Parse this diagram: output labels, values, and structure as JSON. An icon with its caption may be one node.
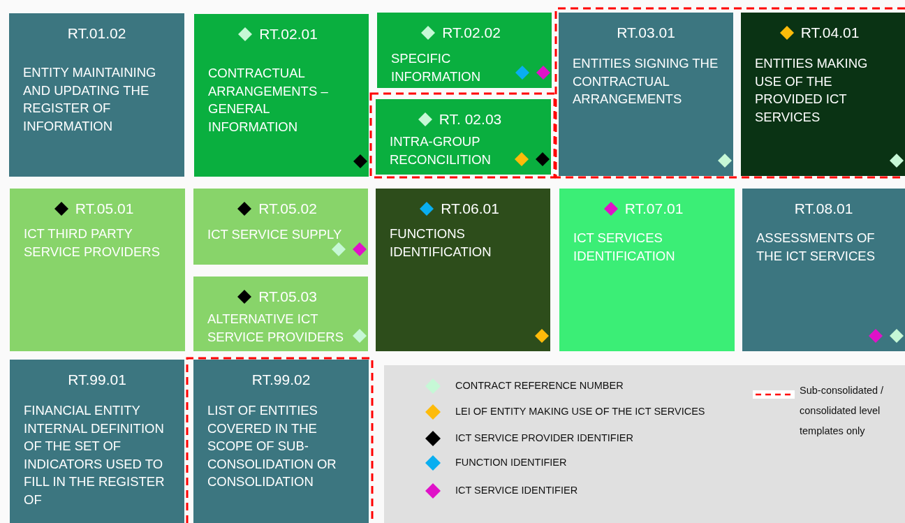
{
  "diagram": {
    "nodes": [
      {
        "text": [
          "RT.01.02",
          "ENTITY MAINTAINING AND UPDATING THE REGISTER OF INFORMATION"
        ]
      },
      {
        "text": [
          "RT.02.01",
          "CONTRACTUAL ARRANGEMENTS – GENERAL INFORMATION"
        ]
      },
      {
        "text": [
          "RT.02.02",
          "SPECIFIC INFORMATION"
        ]
      },
      {
        "text": [
          "RT. 02.03",
          "INTRA-GROUP RECONCILITION"
        ]
      },
      {
        "text": [
          "RT.03.01",
          "ENTITIES SIGNING THE CONTRACTUAL ARRANGEMENTS"
        ]
      },
      {
        "text": [
          "RT.04.01",
          "ENTITIES MAKING USE OF THE PROVIDED ICT SERVICES"
        ]
      },
      {
        "text": [
          "RT.05.01",
          "ICT THIRD PARTY SERVICE PROVIDERS"
        ]
      },
      {
        "text": [
          "RT.05.02",
          "ICT SERVICE SUPPLY"
        ]
      },
      {
        "text": [
          "RT.05.03",
          "ALTERNATIVE ICT SERVICE PROVIDERS"
        ]
      },
      {
        "text": [
          "RT.06.01",
          "FUNCTIONS IDENTIFICATION"
        ]
      },
      {
        "text": [
          "RT.07.01",
          "ICT SERVICES IDENTIFICATION"
        ]
      },
      {
        "text": [
          "RT.08.01",
          "ASSESSMENTS OF THE ICT SERVICES"
        ]
      },
      {
        "text": [
          "RT.99.01",
          "FINANCIAL ENTITY INTERNAL DEFINITION OF THE SET OF INDICATORS USED TO FILL IN THE REGISTER OF"
        ]
      },
      {
        "text": [
          "RT.99.02",
          "LIST OF ENTITIES COVERED IN THE SCOPE OF SUB-CONSOLIDATION OR CONSOLIDATION"
        ]
      }
    ],
    "legend": [
      {
        "text": "CONTRACT REFERENCE NUMBER",
        "color": "#c6f8d6"
      },
      {
        "text": "LEI OF ENTITY MAKING USE OF THE ICT SERVICES",
        "color": "#fdbb0a"
      },
      {
        "text": "ICT SERVICE PROVIDER IDENTIFIER",
        "color": "#000000"
      },
      {
        "text": "FUNCTION IDENTIFIER",
        "color": "#09aef0"
      },
      {
        "text": "ICT SERVICE IDENTIFIER",
        "color": "#e012c8"
      },
      {
        "text": "Sub-consolidated / consolidated level templates only"
      }
    ]
  }
}
